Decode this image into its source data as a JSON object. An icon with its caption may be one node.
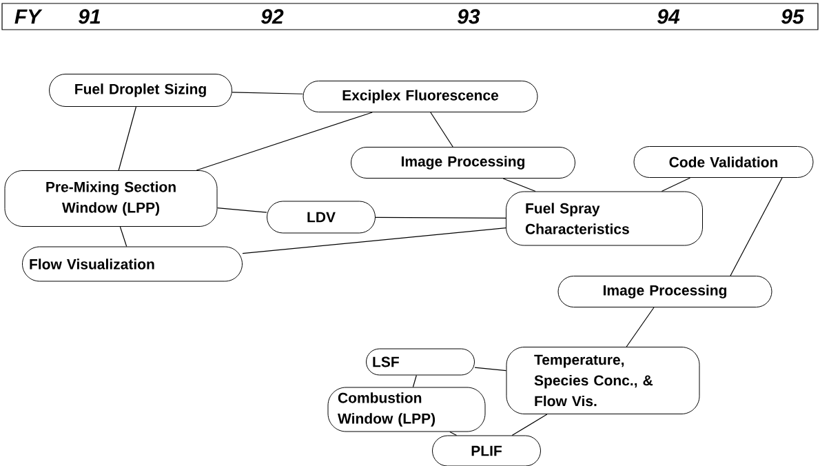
{
  "diagram": {
    "nodes": [
      {
        "text": [
          "FY",
          "91",
          "92",
          "93",
          "94",
          "95"
        ]
      },
      {
        "text": [
          "Fuel Droplet Sizing"
        ]
      },
      {
        "text": [
          "Exciplex Fluorescence"
        ]
      },
      {
        "text": [
          "Image Processing"
        ]
      },
      {
        "text": [
          "Code Validation"
        ]
      },
      {
        "text": [
          "Pre-Mixing Section Window (LPP)"
        ]
      },
      {
        "text": [
          "LDV"
        ]
      },
      {
        "text": [
          "Fuel Spray Characteristics"
        ]
      },
      {
        "text": [
          "Flow Visualization"
        ]
      },
      {
        "text": [
          "Image Processing"
        ]
      },
      {
        "text": [
          "LSF"
        ]
      },
      {
        "text": [
          "Temperature, Species Conc., & Flow Vis."
        ]
      },
      {
        "text": [
          "Combustion Window (LPP)"
        ]
      },
      {
        "text": [
          "PLIF"
        ]
      }
    ],
    "edges": [
      {
        "from": 1,
        "to": 2,
        "arrow": "none"
      },
      {
        "from": 1,
        "to": 5,
        "arrow": "none"
      },
      {
        "from": 2,
        "to": 5,
        "arrow": "none"
      },
      {
        "from": 2,
        "to": 3,
        "arrow": "none"
      },
      {
        "from": 3,
        "to": 7,
        "arrow": "none"
      },
      {
        "from": 5,
        "to": 6,
        "arrow": "none"
      },
      {
        "from": 6,
        "to": 7,
        "arrow": "none"
      },
      {
        "from": 5,
        "to": 8,
        "arrow": "none"
      },
      {
        "from": 8,
        "to": 7,
        "arrow": "none"
      },
      {
        "from": 7,
        "to": 4,
        "arrow": "none"
      },
      {
        "from": 4,
        "to": 9,
        "arrow": "none"
      },
      {
        "from": 9,
        "to": 11,
        "arrow": "none"
      },
      {
        "from": 10,
        "to": 11,
        "arrow": "none"
      },
      {
        "from": 10,
        "to": 12,
        "arrow": "none"
      },
      {
        "from": 12,
        "to": 13,
        "arrow": "none"
      },
      {
        "from": 11,
        "to": 13,
        "arrow": "none"
      }
    ]
  }
}
